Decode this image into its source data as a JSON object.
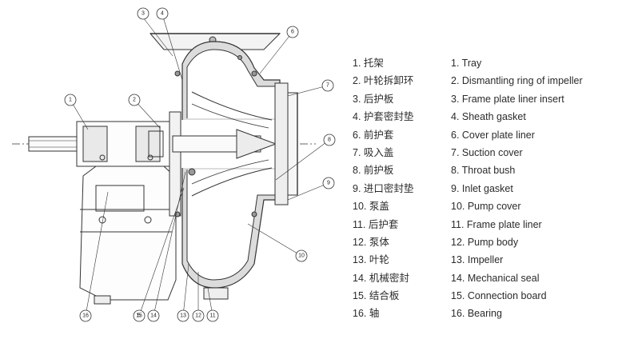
{
  "callouts": [
    "1",
    "2",
    "3",
    "4",
    "5",
    "6",
    "7",
    "8",
    "9",
    "10",
    "11",
    "12",
    "13",
    "14",
    "15",
    "16"
  ],
  "legend_cn": [
    "1. 托架",
    "2. 叶轮拆卸环",
    "3. 后护板",
    "4. 护套密封垫",
    "6. 前护套",
    "7. 吸入盖",
    "8. 前护板",
    "9. 进口密封垫",
    "10. 泵盖",
    "11. 后护套",
    "12. 泵体",
    "13. 叶轮",
    "14. 机械密封",
    "15. 结合板",
    "16. 轴"
  ],
  "legend_en": [
    "1. Tray",
    "2. Dismantling ring of impeller",
    "3. Frame plate liner insert",
    "4. Sheath gasket",
    "6. Cover plate liner",
    "7. Suction cover",
    "8. Throat bush",
    "9. Inlet gasket",
    "10. Pump cover",
    "11. Frame plate liner",
    "12. Pump body",
    "13. Impeller",
    "14. Mechanical seal",
    "15. Connection board",
    "16. Bearing"
  ]
}
